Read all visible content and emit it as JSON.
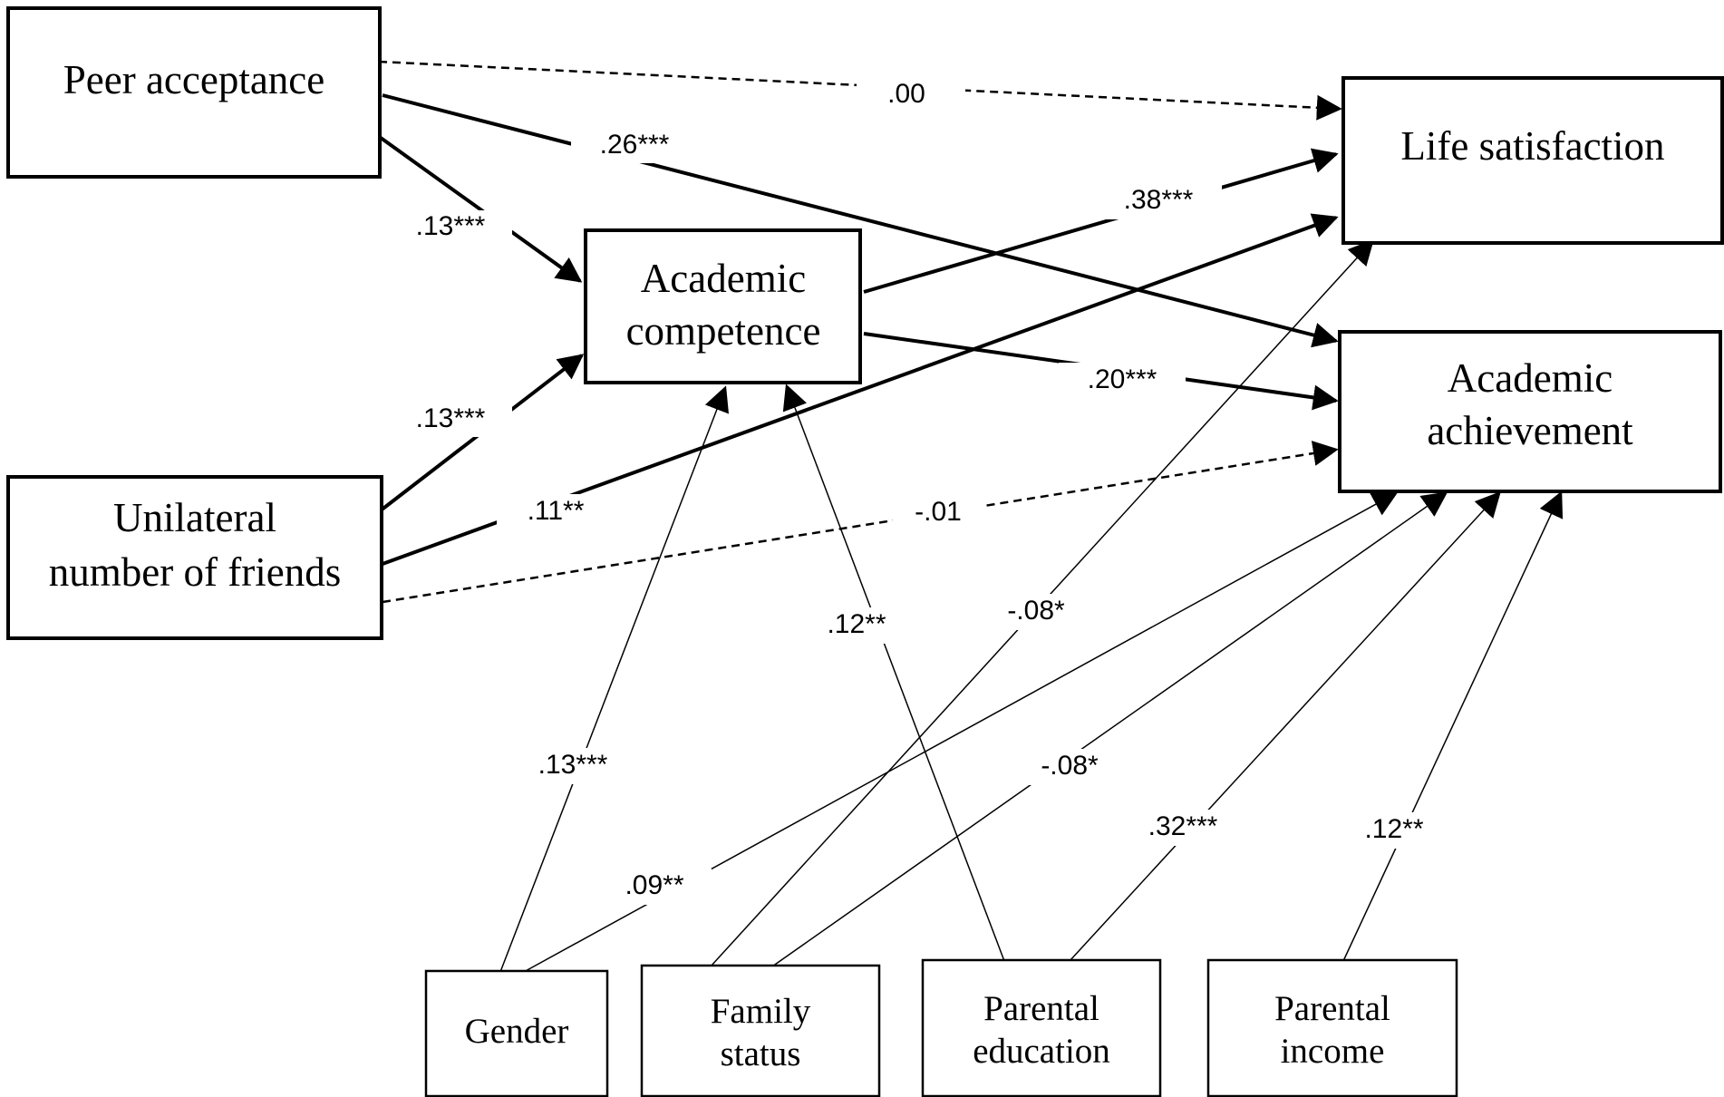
{
  "nodes": {
    "peer": [
      "Peer acceptance"
    ],
    "unilateral": [
      "Unilateral",
      "number of friends"
    ],
    "competence": [
      "Academic",
      "competence"
    ],
    "life": [
      "Life satisfaction"
    ],
    "achievement": [
      "Academic",
      "achievement"
    ],
    "gender": [
      "Gender"
    ],
    "family": [
      "Family",
      "status"
    ],
    "education": [
      "Parental",
      "education"
    ],
    "income": [
      "Parental",
      "income"
    ]
  },
  "paths": {
    "peer_life": ".00",
    "peer_achievement": ".26***",
    "peer_competence": ".13***",
    "unilateral_competence": ".13***",
    "unilateral_life": ".11**",
    "unilateral_achievement": "-.01",
    "competence_life": ".38***",
    "competence_achievement": ".20***",
    "gender_competence": ".13***",
    "gender_achievement": ".09**",
    "family_life": "-.08*",
    "family_achievement": "-.08*",
    "education_competence": ".12**",
    "education_achievement": ".32***",
    "income_achievement": ".12**"
  }
}
